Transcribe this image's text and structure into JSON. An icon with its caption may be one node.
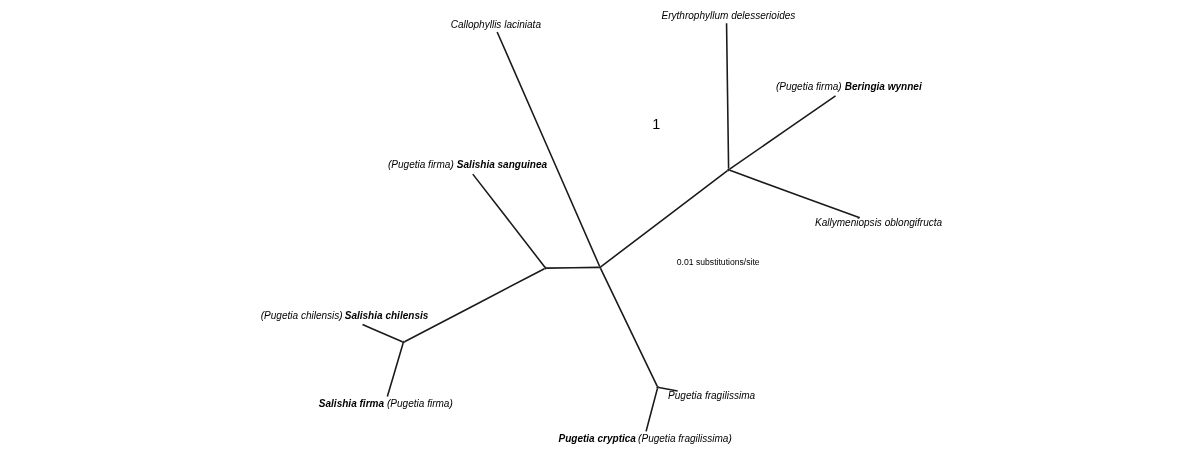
{
  "diagram": {
    "nodes": [
      {
        "text": [
          "(Pugetia chilensis) **Salishia chilensis**"
        ]
      },
      {
        "text": [
          "**Salishia firma** (Pugetia firma)"
        ]
      },
      {
        "text": [],
        "shape": "point"
      },
      {
        "text": [
          "(Pugetia firma) **Salishia sanguinea**"
        ]
      },
      {
        "text": [
          "Pugetia fragilissima"
        ]
      },
      {
        "text": [],
        "shape": "point"
      },
      {
        "text": [],
        "shape": "point"
      },
      {
        "text": [
          "**Pugetia cryptica** (Pugetia fragilissima)"
        ]
      },
      {
        "text": [],
        "shape": "point"
      },
      {
        "text": [
          "Kallymeniopsis oblongifructa"
        ]
      },
      {
        "text": [],
        "shape": "point"
      },
      {
        "text": [
          "Callophyllis laciniata"
        ]
      },
      {
        "text": [
          "(Pugetia firma) **Beringia wynnei**"
        ]
      },
      {
        "text": [
          "Erythrophyllum delesserioides"
        ]
      }
    ],
    "edges": [
      {
        "from": 2,
        "to": 0,
        "arrow": "none"
      },
      {
        "from": 2,
        "to": 1,
        "arrow": "none"
      },
      {
        "from": 5,
        "to": 2,
        "arrow": "none"
      },
      {
        "from": 5,
        "to": 3,
        "arrow": "none"
      },
      {
        "from": 6,
        "to": 4,
        "arrow": "none"
      },
      {
        "from": 6,
        "to": 7,
        "arrow": "none"
      },
      {
        "from": 8,
        "to": 5,
        "arrow": "none"
      },
      {
        "from": 8,
        "to": 6,
        "arrow": "none"
      },
      {
        "from": 8,
        "to": 11,
        "arrow": "none"
      },
      {
        "from": 10,
        "to": 8,
        "arrow": "none"
      },
      {
        "from": 10,
        "to": 9,
        "arrow": "none"
      },
      {
        "from": 10,
        "to": 12,
        "arrow": "none"
      },
      {
        "from": 10,
        "to": 13,
        "arrow": "none"
      }
    ],
    "labels": [
      "1",
      "0.01 substitutions/site"
    ]
  }
}
